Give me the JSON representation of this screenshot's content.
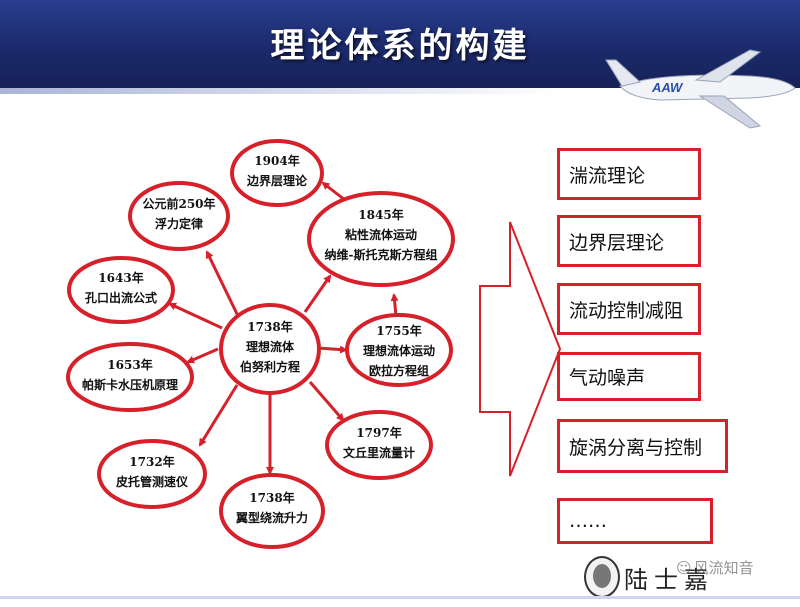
{
  "title": "理论体系的构建",
  "airplane_text": "AAW",
  "center": {
    "line1": "1738年",
    "line2": "理想流体",
    "line3": "伯努利方程"
  },
  "nodes": [
    {
      "id": "boundary-1904",
      "line1": "1904年",
      "line2": "边界层理论"
    },
    {
      "id": "buoyancy",
      "line1": "公元前250年",
      "line2": "浮力定律"
    },
    {
      "id": "navier-stokes",
      "line1": "1845年",
      "line2": "粘性流体运动",
      "line3": "纳维-斯托克斯方程组"
    },
    {
      "id": "orifice",
      "line1": "1643年",
      "line2": "孔口出流公式"
    },
    {
      "id": "euler",
      "line1": "1755年",
      "line2": "理想流体运动",
      "line3": "欧拉方程组"
    },
    {
      "id": "pascal",
      "line1": "1653年",
      "line2": "帕斯卡水压机原理"
    },
    {
      "id": "venturi",
      "line1": "1797年",
      "line2": "文丘里流量计"
    },
    {
      "id": "pitot",
      "line1": "1732年",
      "line2": "皮托管测速仪"
    },
    {
      "id": "airfoil",
      "line1": "1738年",
      "line2": "翼型绕流升力"
    }
  ],
  "topics": [
    "湍流理论",
    "边界层理论",
    "流动控制减阻",
    "气动噪声",
    "旋涡分离与控制",
    "……"
  ],
  "footer": {
    "name": "陆士嘉",
    "watermark": "风流知音"
  },
  "colors": {
    "accent": "#d6202a",
    "header": "#1b2a6b"
  }
}
